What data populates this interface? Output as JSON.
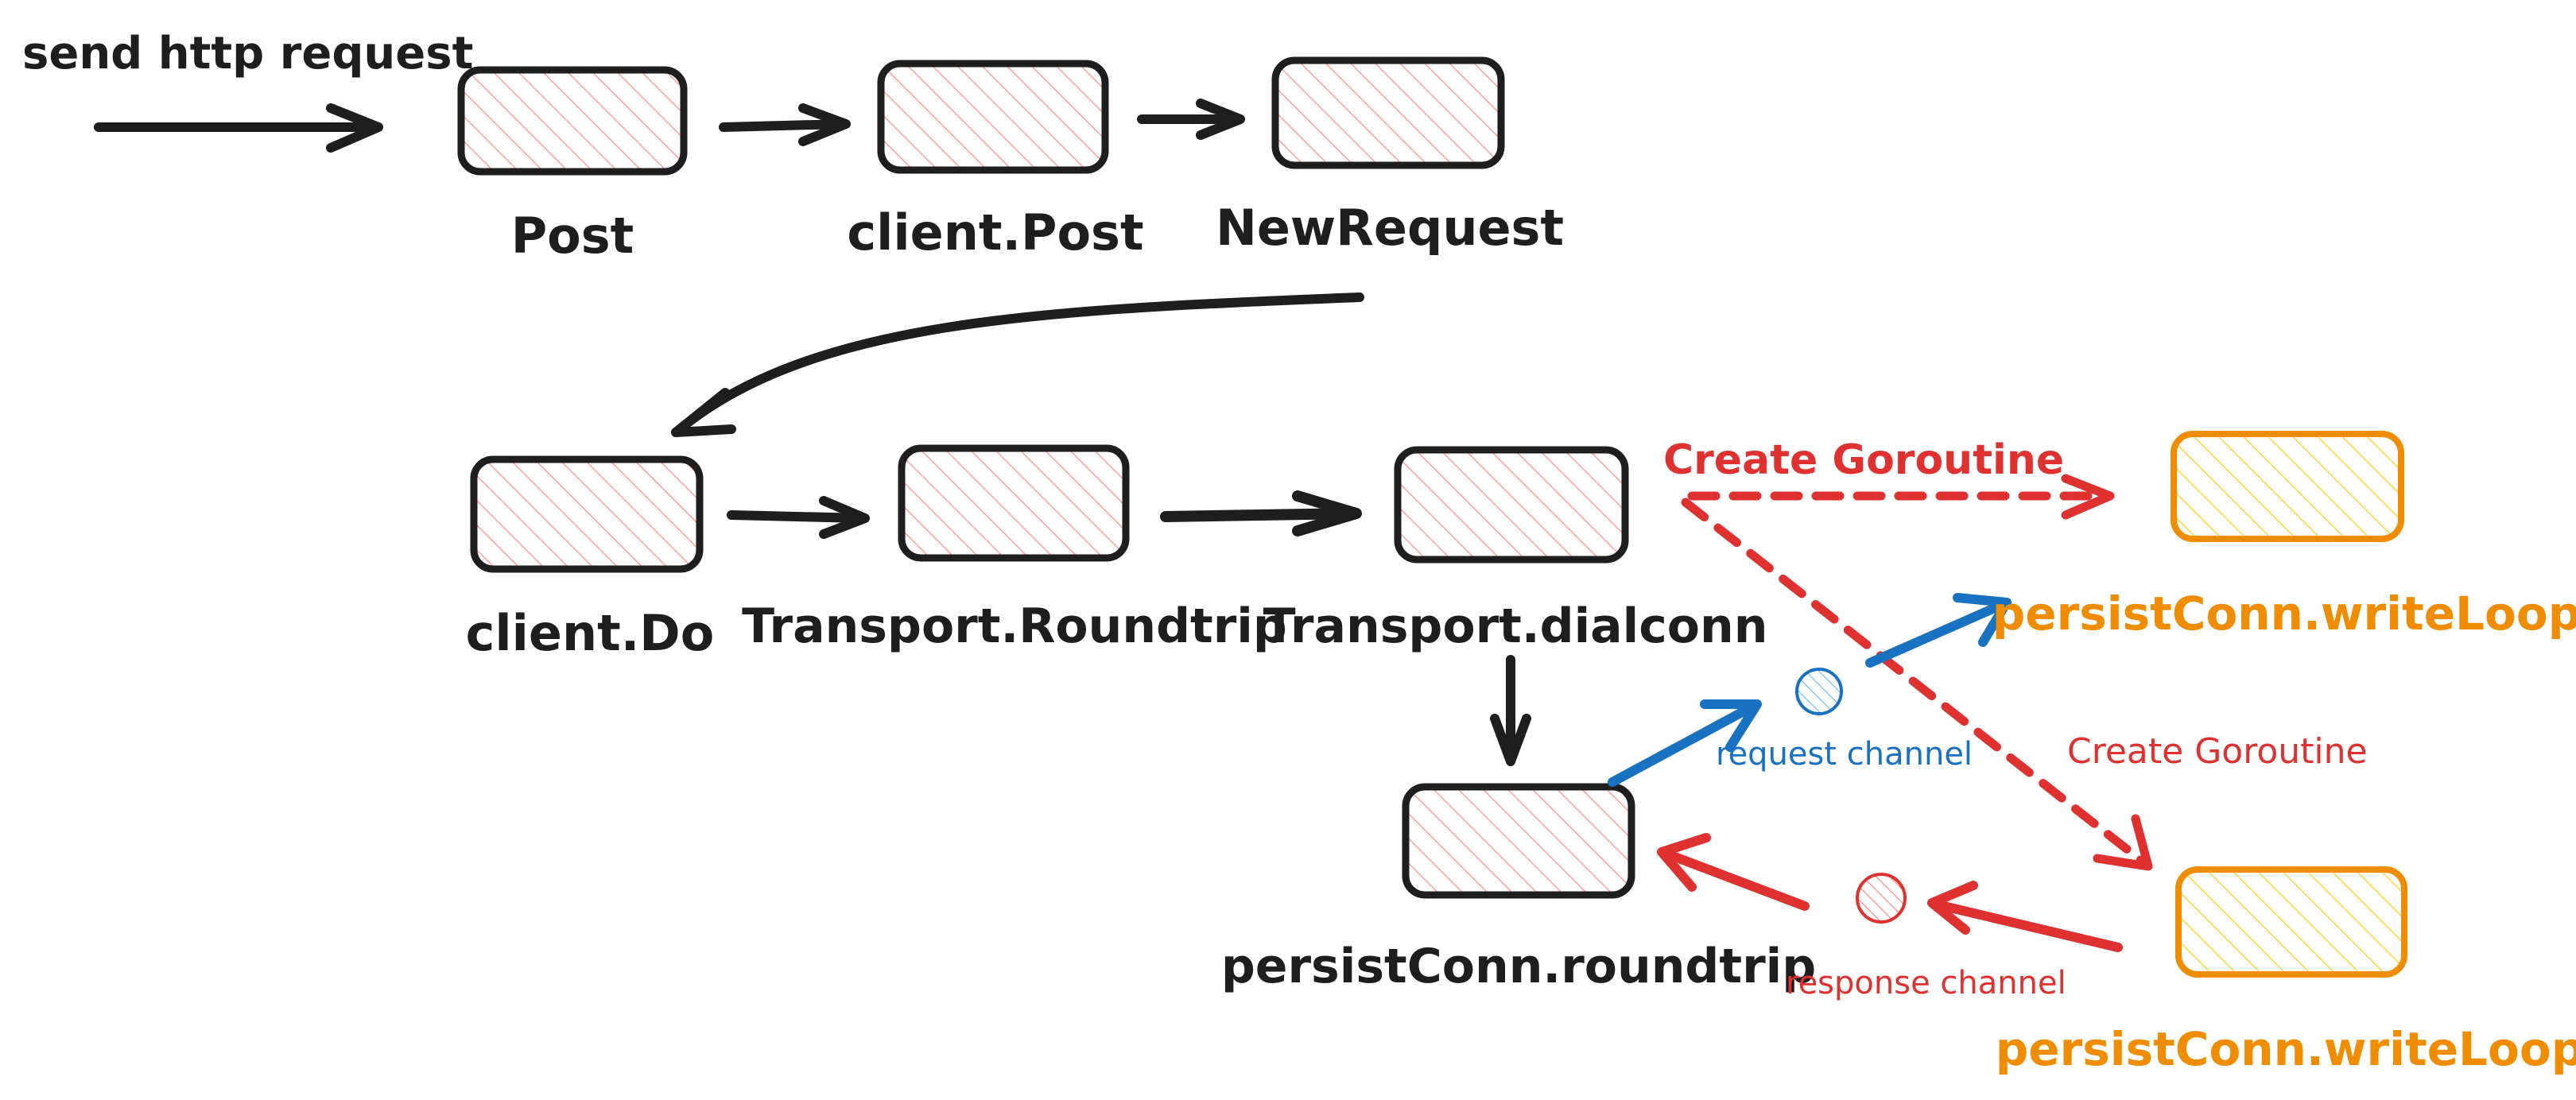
{
  "labels": {
    "start": "send http request",
    "post": "Post",
    "client_post": "client.Post",
    "new_request": "NewRequest",
    "client_do": "client.Do",
    "transport_roundtrip": "Transport.Roundtrip",
    "transport_dialconn": "Transport.dialconn",
    "persist_roundtrip": "persistConn.roundtrip",
    "write_loop_top": "persistConn.writeLoop",
    "write_loop_bottom": "persistConn.writeLoop",
    "create_goroutine_1": "Create Goroutine",
    "create_goroutine_2": "Create Goroutine",
    "request_channel": "request channel",
    "response_channel": "response channel"
  },
  "colors": {
    "ink": "#1e1e1e",
    "red": "#e03131",
    "blue": "#1971c2",
    "orange": "#f08c00",
    "red_fill": "#ffc9c9",
    "yellow_fill": "#ffec99"
  }
}
